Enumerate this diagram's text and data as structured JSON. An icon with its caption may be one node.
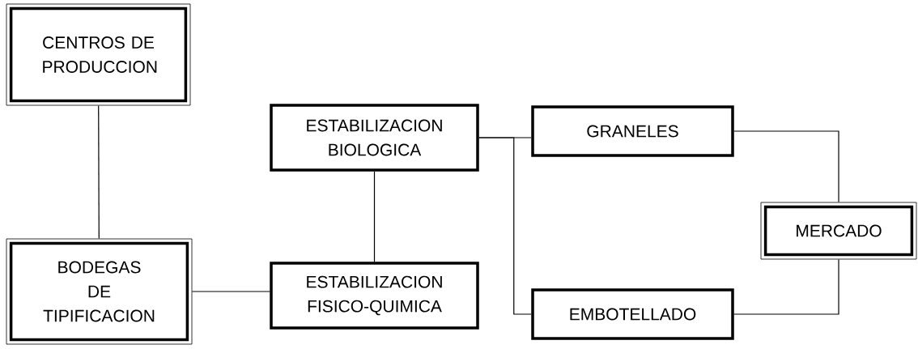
{
  "diagram": {
    "nodes": [
      {
        "text": [
          "CENTROS DE PRODUCCION"
        ]
      },
      {
        "text": [
          "BODEGAS DE TIPIFICACION"
        ]
      },
      {
        "text": [
          "ESTABILIZACION BIOLOGICA"
        ]
      },
      {
        "text": [
          "ESTABILIZACION FISICO-QUIMICA"
        ]
      },
      {
        "text": [
          "GRANELES"
        ]
      },
      {
        "text": [
          "EMBOTELLADO"
        ]
      },
      {
        "text": [
          "MERCADO"
        ]
      }
    ],
    "edges": [
      {
        "from": 0,
        "to": 1,
        "arrow": "none"
      },
      {
        "from": 1,
        "to": 3,
        "arrow": "none"
      },
      {
        "from": 2,
        "to": 3,
        "arrow": "none"
      },
      {
        "from": 2,
        "to": 4,
        "arrow": "none"
      },
      {
        "from": 2,
        "to": 5,
        "arrow": "none"
      },
      {
        "from": 4,
        "to": 6,
        "arrow": "none"
      },
      {
        "from": 5,
        "to": 6,
        "arrow": "none"
      }
    ]
  }
}
